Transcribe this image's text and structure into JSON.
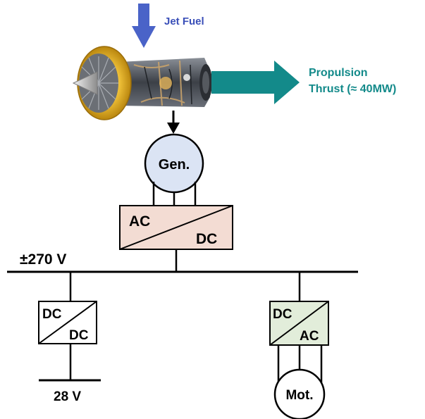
{
  "inputs": {
    "fuel_label": "Jet Fuel",
    "thrust_line1": "Propulsion",
    "thrust_line2": "Thrust (≈ 40MW)"
  },
  "generator": {
    "label": "Gen."
  },
  "rectifier": {
    "top_label": "AC",
    "bottom_label": "DC"
  },
  "bus": {
    "label": "±270 V"
  },
  "dc_converter": {
    "top_label": "DC",
    "bottom_label": "DC",
    "output_label": "28 V"
  },
  "inverter": {
    "top_label": "DC",
    "bottom_label": "AC"
  },
  "motor": {
    "label": "Mot."
  },
  "colors": {
    "fuel_arrow": "#4a63c8",
    "fuel_text": "#3a4fb8",
    "thrust_arrow": "#138a8a",
    "thrust_text": "#138a8a",
    "generator_fill": "#dbe4f4",
    "rectifier_fill": "#f3dcd3",
    "inverter_fill": "#e2edda",
    "motor_fill": "#ffffff",
    "converter_fill": "#ffffff"
  },
  "icons": {
    "engine": "jet-engine-icon"
  }
}
